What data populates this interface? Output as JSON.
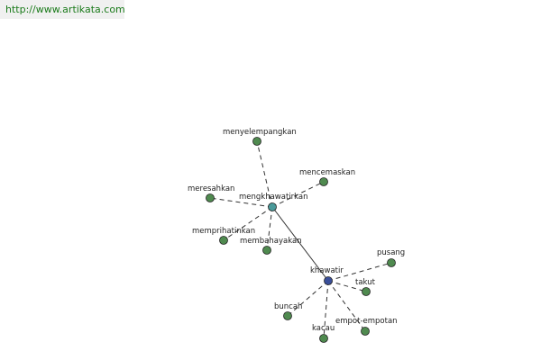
{
  "banner": {
    "url": "http://www.artikata.com"
  },
  "graph": {
    "colors": {
      "hub_primary": "#3a4f9a",
      "hub_secondary": "#4a9a9a",
      "leaf": "#4f8a4f",
      "edge": "#333333"
    },
    "nodes": [
      {
        "id": "khawatir",
        "label": "khawatir",
        "kind": "hub_primary"
      },
      {
        "id": "mengkhawatirkan",
        "label": "mengkhawatirkan",
        "kind": "hub_secondary"
      },
      {
        "id": "menyelempangkan",
        "label": "menyelempangkan",
        "kind": "leaf"
      },
      {
        "id": "mencemaskan",
        "label": "mencemaskan",
        "kind": "leaf"
      },
      {
        "id": "meresahkan",
        "label": "meresahkan",
        "kind": "leaf"
      },
      {
        "id": "memprihatinkan",
        "label": "memprihatinkan",
        "kind": "leaf"
      },
      {
        "id": "membahayakan",
        "label": "membahayakan",
        "kind": "leaf"
      },
      {
        "id": "pusang",
        "label": "pusang",
        "kind": "leaf"
      },
      {
        "id": "takut",
        "label": "takut",
        "kind": "leaf"
      },
      {
        "id": "buncah",
        "label": "buncah",
        "kind": "leaf"
      },
      {
        "id": "kacau",
        "label": "kacau",
        "kind": "leaf"
      },
      {
        "id": "empot-empotan",
        "label": "empot-empotan",
        "kind": "leaf"
      }
    ],
    "edges": [
      {
        "from": "khawatir",
        "to": "mengkhawatirkan",
        "style": "solid"
      },
      {
        "from": "mengkhawatirkan",
        "to": "menyelempangkan",
        "style": "dashed"
      },
      {
        "from": "mengkhawatirkan",
        "to": "mencemaskan",
        "style": "dashed"
      },
      {
        "from": "mengkhawatirkan",
        "to": "meresahkan",
        "style": "dashed"
      },
      {
        "from": "mengkhawatirkan",
        "to": "memprihatinkan",
        "style": "dashed"
      },
      {
        "from": "mengkhawatirkan",
        "to": "membahayakan",
        "style": "dashed"
      },
      {
        "from": "khawatir",
        "to": "pusang",
        "style": "dashed"
      },
      {
        "from": "khawatir",
        "to": "takut",
        "style": "dashed"
      },
      {
        "from": "khawatir",
        "to": "buncah",
        "style": "dashed"
      },
      {
        "from": "khawatir",
        "to": "kacau",
        "style": "dashed"
      },
      {
        "from": "khawatir",
        "to": "empot-empotan",
        "style": "dashed"
      }
    ]
  }
}
